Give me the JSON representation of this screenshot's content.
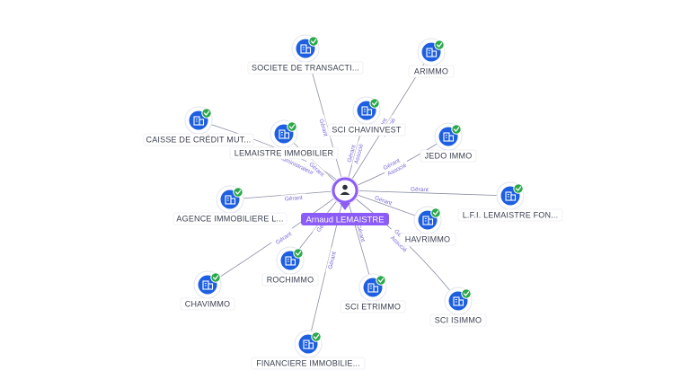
{
  "colors": {
    "company_icon_bg": "#1d5fe0",
    "check_badge": "#2aa84a",
    "person_accent": "#8b5cf6",
    "edge": "#8a8fa3",
    "edge_label": "#7c6ad6"
  },
  "center": {
    "label": "Arnaud LEMAISTRE",
    "icon": "person-icon"
  },
  "companies": [
    {
      "id": "societe-de-transaction",
      "label": "SOCIETE DE TRANSACTI...",
      "icon": "building-icon",
      "verified": true
    },
    {
      "id": "arimmo",
      "label": "ARIMMO",
      "icon": "building-icon",
      "verified": true
    },
    {
      "id": "sci-chavinvest",
      "label": "SCI CHAVINVEST",
      "icon": "building-icon",
      "verified": true
    },
    {
      "id": "caisse-de-credit",
      "label": "CAISSE DE CRÉDIT MUT...",
      "icon": "building-icon",
      "verified": true
    },
    {
      "id": "lemaistre-immobilier",
      "label": "LEMAISTRE IMMOBILIER",
      "icon": "building-icon",
      "verified": true
    },
    {
      "id": "jedo-immo",
      "label": "JEDO IMMO",
      "icon": "building-icon",
      "verified": true
    },
    {
      "id": "agence-immobiliere",
      "label": "AGENCE IMMOBILIERE L...",
      "icon": "building-icon",
      "verified": true
    },
    {
      "id": "lfi-lemaistre",
      "label": "L.F.I. LEMAISTRE FON...",
      "icon": "building-icon",
      "verified": true
    },
    {
      "id": "havrimmo",
      "label": "HAVRIMMO",
      "icon": "building-icon",
      "verified": true
    },
    {
      "id": "rochimmo",
      "label": "ROCHIMMO",
      "icon": "building-icon",
      "verified": true
    },
    {
      "id": "chavimmo",
      "label": "CHAVIMMO",
      "icon": "building-icon",
      "verified": true
    },
    {
      "id": "sci-etrimmo",
      "label": "SCI ETRIMMO",
      "icon": "building-icon",
      "verified": true
    },
    {
      "id": "sci-isimmo",
      "label": "SCI ISIMMO",
      "icon": "building-icon",
      "verified": true
    },
    {
      "id": "financiere-immobiliere",
      "label": "FINANCIERE IMMOBILIE...",
      "icon": "building-icon",
      "verified": true
    }
  ],
  "edges": [
    {
      "target": "societe-de-transaction",
      "labels": [
        "Gérant"
      ]
    },
    {
      "target": "arimmo",
      "labels": [
        "Gérant",
        "Associé"
      ]
    },
    {
      "target": "sci-chavinvest",
      "labels": [
        "Gérant",
        "Associé"
      ]
    },
    {
      "target": "caisse-de-credit",
      "labels": [
        "Administrateur"
      ]
    },
    {
      "target": "lemaistre-immobilier",
      "labels": [
        "Gérant"
      ]
    },
    {
      "target": "jedo-immo",
      "labels": [
        "Gérant",
        "Associé"
      ]
    },
    {
      "target": "agence-immobiliere",
      "labels": [
        "Gérant"
      ]
    },
    {
      "target": "lfi-lemaistre",
      "labels": [
        "Gérant"
      ]
    },
    {
      "target": "havrimmo",
      "labels": [
        "Gérant"
      ]
    },
    {
      "target": "rochimmo",
      "labels": [
        "Gérant"
      ]
    },
    {
      "target": "chavimmo",
      "labels": [
        "Gérant"
      ]
    },
    {
      "target": "sci-etrimmo",
      "labels": [
        "Gérant"
      ]
    },
    {
      "target": "sci-isimmo",
      "labels": [
        "Gérant",
        "Associé"
      ]
    },
    {
      "target": "financiere-immobiliere",
      "labels": [
        "Gérant"
      ]
    }
  ]
}
